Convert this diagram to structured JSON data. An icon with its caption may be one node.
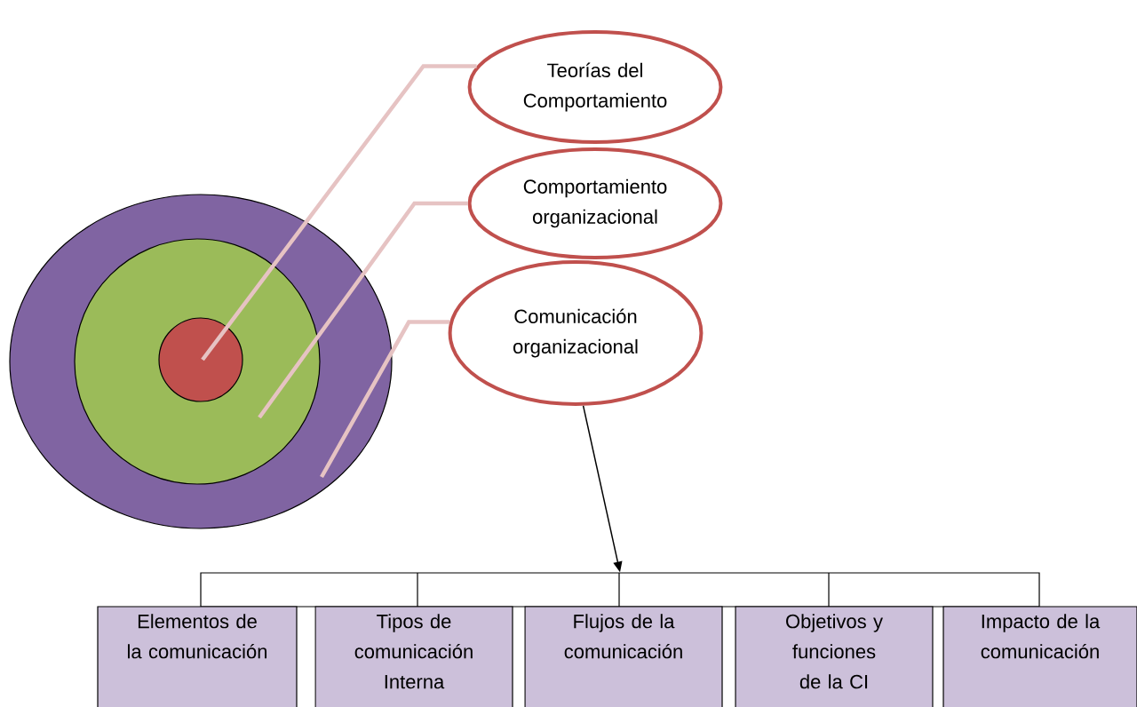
{
  "diagram": {
    "nodes": [
      {
        "text": [],
        "shape": "circle"
      },
      {
        "text": [],
        "shape": "circle",
        "in": 0
      },
      {
        "text": [],
        "shape": "circle",
        "in": 1
      },
      {
        "text": [
          "Teorías del Comportamiento"
        ]
      },
      {
        "text": [
          "Comportamiento organizacional"
        ]
      },
      {
        "text": [
          "Comunicación organizacional"
        ]
      },
      {
        "text": [],
        "shape": "bar"
      },
      {
        "text": [
          "Elementos de la comunicación"
        ]
      },
      {
        "text": [
          "Tipos de comunicación Interna"
        ]
      },
      {
        "text": [
          "Flujos de la comunicación"
        ]
      },
      {
        "text": [
          "Objetivos y funciones de la CI"
        ]
      },
      {
        "text": [
          "Impacto de la comunicación"
        ]
      }
    ],
    "edges": [
      {
        "from": 3,
        "to": 2,
        "arrow": "none"
      },
      {
        "from": 4,
        "to": 1,
        "arrow": "none"
      },
      {
        "from": 5,
        "to": 0,
        "arrow": "none"
      },
      {
        "from": 5,
        "to": 6,
        "arrow": "to",
        "color": "#000000"
      }
    ]
  }
}
